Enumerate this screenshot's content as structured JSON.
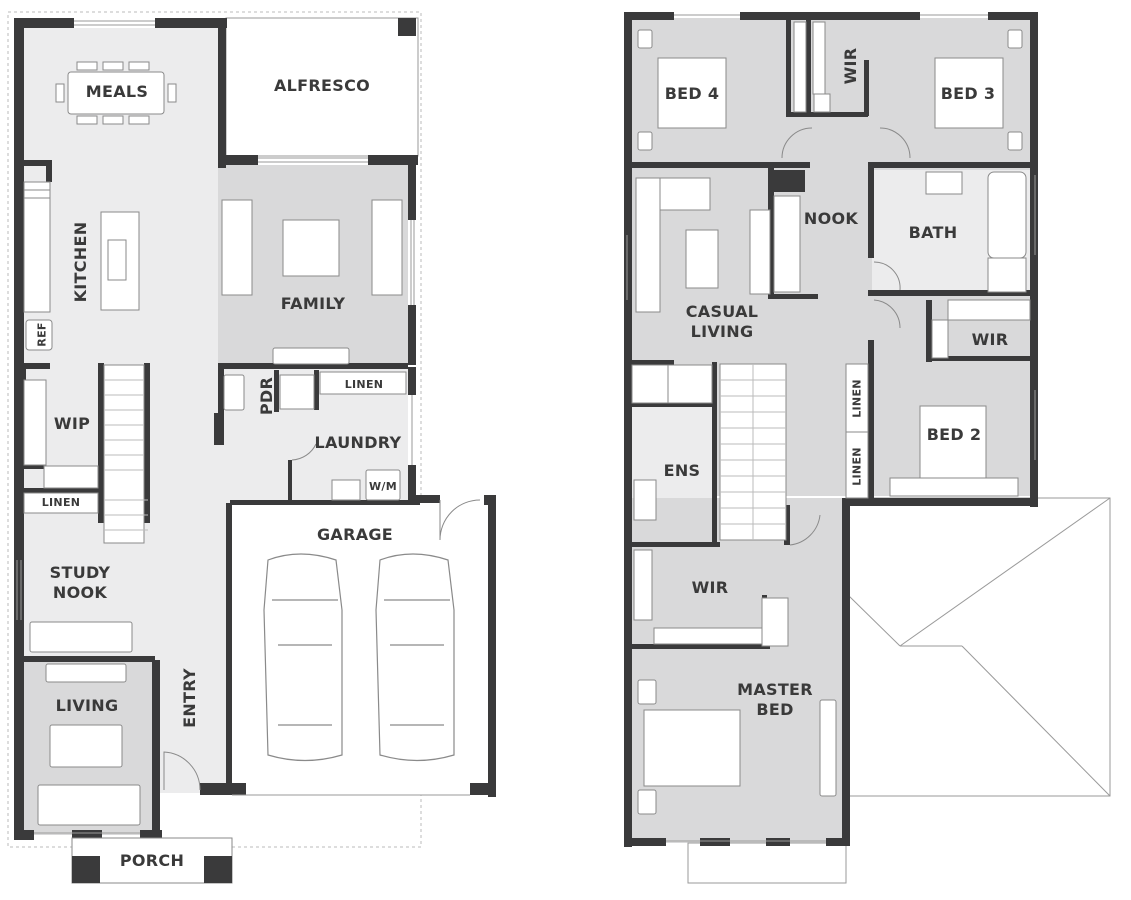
{
  "plans": {
    "ground_floor": {
      "rooms": {
        "meals": "MEALS",
        "alfresco": "ALFRESCO",
        "kitchen": "KITCHEN",
        "ref": "REF",
        "family": "FAMILY",
        "wip": "WIP",
        "pdr": "PDR",
        "linen_laundry": "LINEN",
        "laundry": "LAUNDRY",
        "wm": "W/M",
        "linen_hall": "LINEN",
        "study_nook": "STUDY\nNOOK",
        "garage": "GARAGE",
        "living": "LIVING",
        "entry": "ENTRY",
        "porch": "PORCH"
      }
    },
    "upper_floor": {
      "rooms": {
        "bed4": "BED 4",
        "wir_top": "WIR",
        "bed3": "BED 3",
        "nook": "NOOK",
        "bath": "BATH",
        "casual_living": "CASUAL\nLIVING",
        "wir_bed2": "WIR",
        "linen1": "LINEN",
        "linen2": "LINEN",
        "bed2": "BED 2",
        "ens": "ENS",
        "wir_master": "WIR",
        "master_bed": "MASTER\nBED"
      }
    }
  },
  "colors": {
    "wall": "#3a3a3b",
    "fill_dark": "#d9d9da",
    "fill_light": "#ececed",
    "outdoor": "#ffffff",
    "line": "#9a9a9a"
  }
}
